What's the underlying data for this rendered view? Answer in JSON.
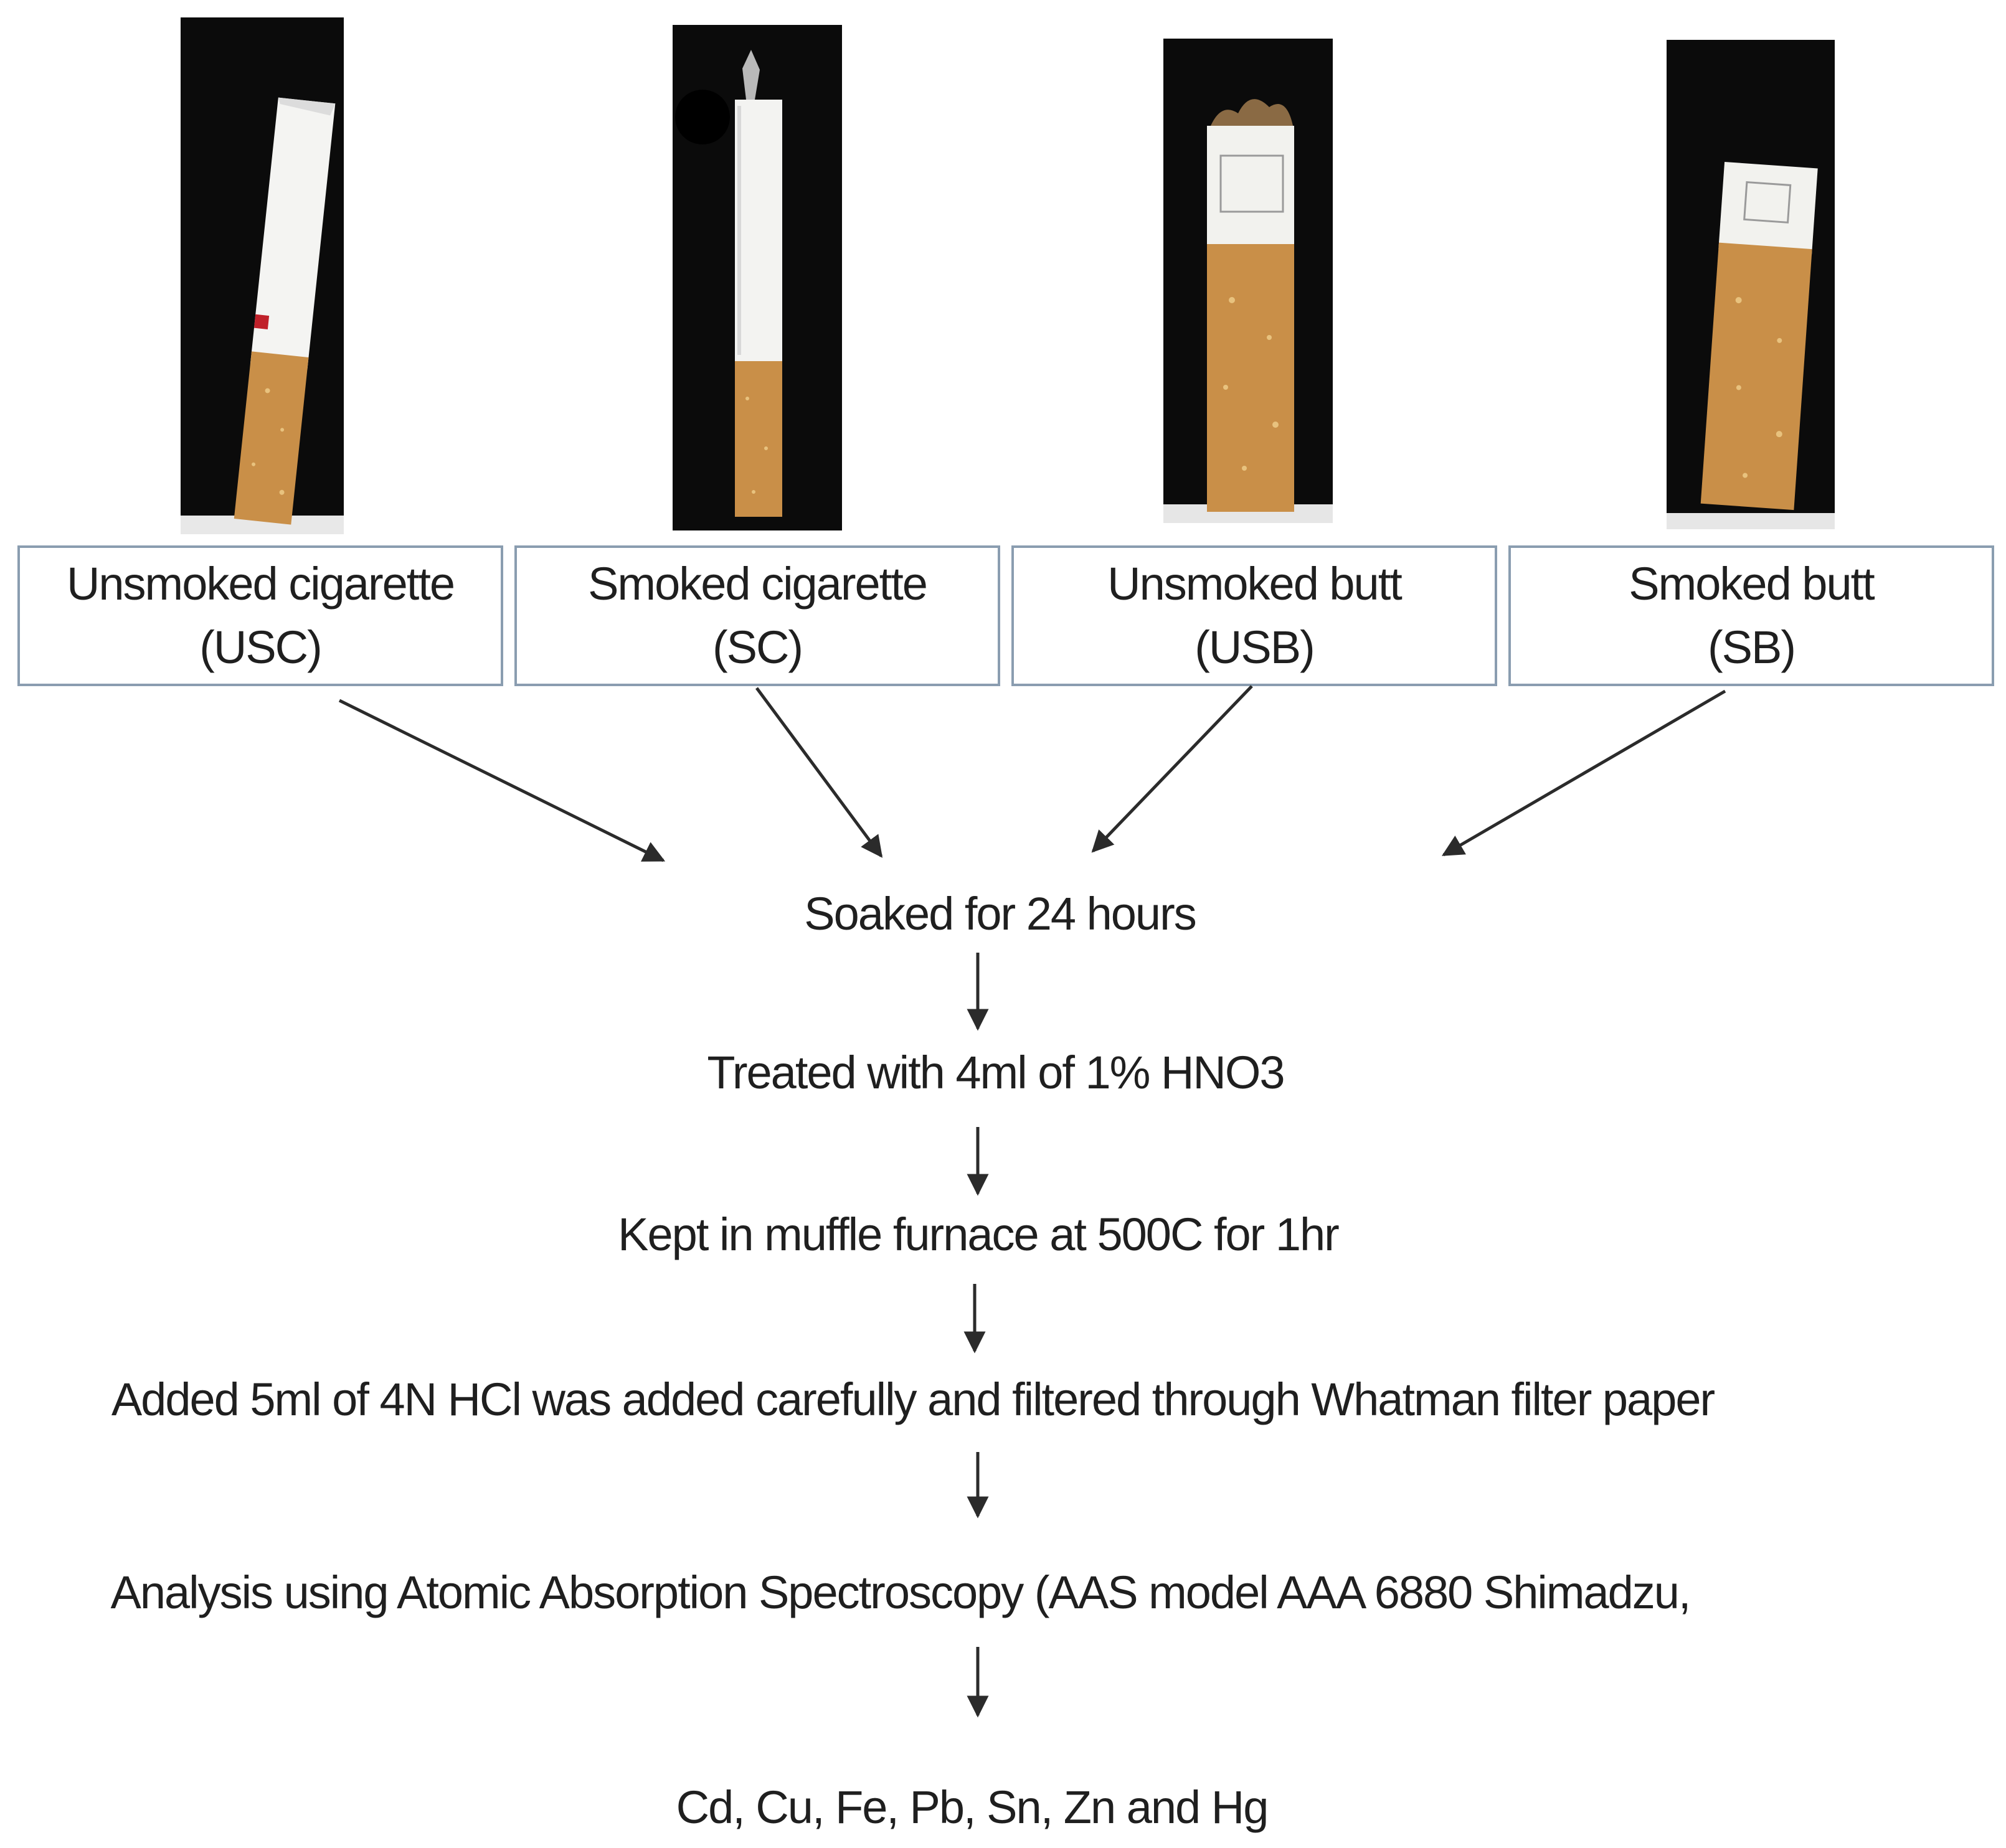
{
  "samples": [
    {
      "name": "Unsmoked cigarette",
      "code": "(USC)"
    },
    {
      "name": "Smoked cigarette",
      "code": "(SC)"
    },
    {
      "name": "Unsmoked butt",
      "code": "(USB)"
    },
    {
      "name": "Smoked butt",
      "code": "(SB)"
    }
  ],
  "steps": [
    "Soaked for 24 hours",
    "Treated with  4ml of 1% HNO3",
    "Kept in  muffle furnace at 500C for 1hr",
    "Added 5ml of 4N HCl was added carefully and filtered through Whatman filter paper",
    "Analysis using Atomic Absorption Spectroscopy (AAS model AAA 6880 Shimadzu,",
    "Cd, Cu, Fe, Pb, Sn, Zn and Hg"
  ],
  "colors": {
    "box_border": "#8a9db0",
    "arrow": "#2b2b2b",
    "photo_background": "#0b0b0b",
    "filter_tan": "#c98f48",
    "paper_white": "#f4f4f2"
  }
}
